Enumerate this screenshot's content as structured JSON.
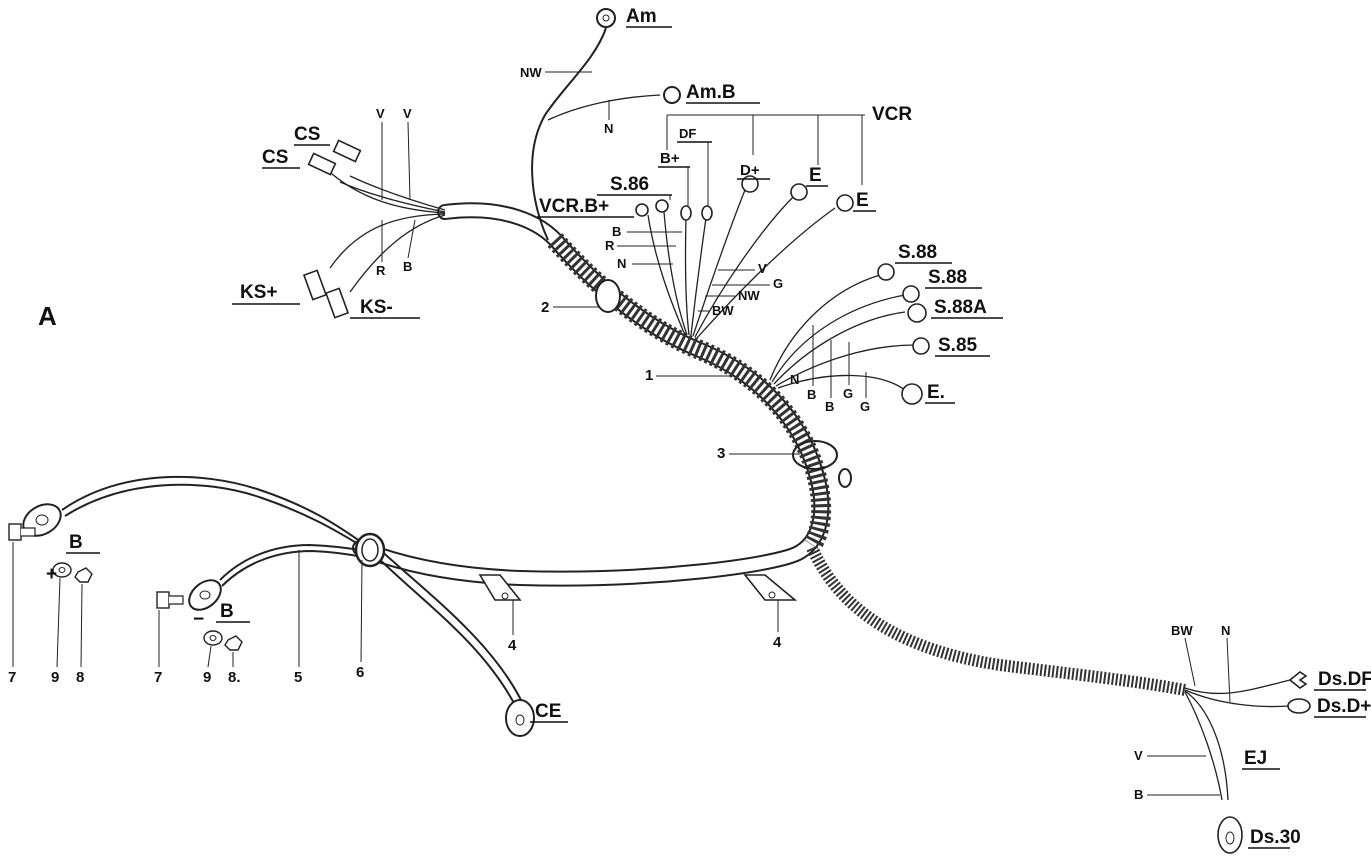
{
  "diagram": {
    "section_letter": "A",
    "terminals": {
      "am": "Am",
      "am_b": "Am.B",
      "vcr": "VCR",
      "df": "DF",
      "b_plus": "B+",
      "d_plus": "D+",
      "e1": "E",
      "e2": "E",
      "s86": "S.86",
      "vcr_b_plus": "VCR.B+",
      "cs1": "CS",
      "cs2": "CS",
      "ks_plus": "KS+",
      "ks_minus": "KS-",
      "s88_1": "S.88",
      "s88_2": "S.88",
      "s88a": "S.88A",
      "s85": "S.85",
      "e_dot": "E.",
      "ds_df": "Ds.DF",
      "ds_d_plus": "Ds.D+",
      "ej": "EJ",
      "ds_30": "Ds.30",
      "ce": "CE",
      "b_batt_pos": "B",
      "b_batt_neg": "B"
    },
    "wire_codes": {
      "nw_top": "NW",
      "n_top": "N",
      "v_left1": "V",
      "v_left2": "V",
      "r_left": "R",
      "b_left": "B",
      "b_center": "B",
      "r_center": "R",
      "n_center": "N",
      "v_center": "V",
      "g_center": "G",
      "nw_center": "NW",
      "bw_center": "BW",
      "n_right": "N",
      "b_right1": "B",
      "b_right2": "B",
      "g_right1": "G",
      "g_right2": "G",
      "bw_lower": "BW",
      "n_lower": "N",
      "v_lower": "V",
      "b_lower": "B"
    },
    "callouts": {
      "c1": "1",
      "c2": "2",
      "c3": "3",
      "c4a": "4",
      "c4b": "4",
      "c5": "5",
      "c6": "6",
      "c7a": "7",
      "c7b": "7",
      "c8a": "8",
      "c8b": "8.",
      "c9a": "9",
      "c9b": "9"
    },
    "polarity": {
      "plus": "+",
      "minus": "−"
    }
  }
}
